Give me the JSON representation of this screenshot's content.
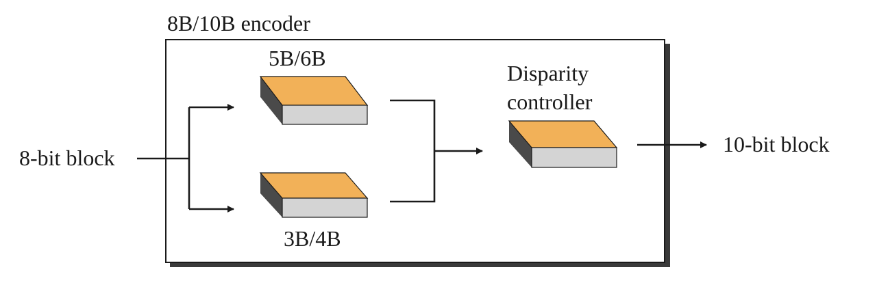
{
  "title": "8B/10B encoder",
  "input_label": "8-bit block",
  "output_label": "10-bit block",
  "blocks": {
    "upper": "5B/6B",
    "lower": "3B/4B",
    "disparity_line1": "Disparity",
    "disparity_line2": "controller"
  },
  "colors": {
    "block_top": "#f2b158",
    "block_front": "#d4d4d4",
    "block_side": "#4a4a4a",
    "shadow": "#3a3a3a",
    "line": "#1a1a1a"
  }
}
